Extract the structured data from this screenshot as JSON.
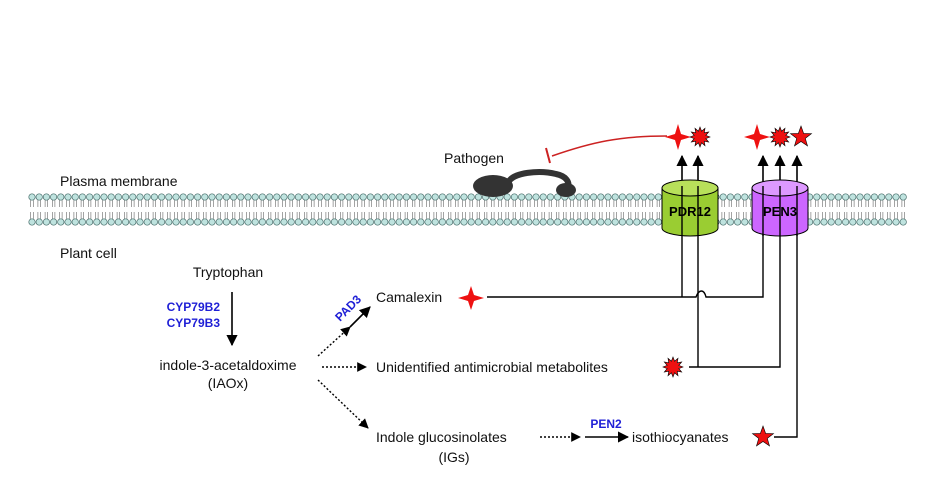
{
  "labels": {
    "plasma_membrane": "Plasma membrane",
    "plant_cell": "Plant cell",
    "pathogen": "Pathogen",
    "tryptophan": "Tryptophan",
    "iaox_line1": "indole-3-acetaldoxime",
    "iaox_line2": "(IAOx)",
    "camalexin": "Camalexin",
    "unidentified": "Unidentified antimicrobial metabolites",
    "igs_line1": "Indole glucosinolates",
    "igs_line2": "(IGs)",
    "isothiocyanates": "isothiocyanates"
  },
  "enzymes": {
    "cyp79b2": "CYP79B2",
    "cyp79b3": "CYP79B3",
    "pad3": "PAD3",
    "pen2": "PEN2"
  },
  "transporters": {
    "pdr12": {
      "label": "PDR12",
      "color": "#9acd32"
    },
    "pen3": {
      "label": "PEN3",
      "color": "#cc66ff"
    }
  },
  "colors": {
    "enzyme_text": "#1f1fd6",
    "metabolite_symbol": "#ee1111",
    "inhibition_line": "#cc2222",
    "membrane_head": "#bfe3df",
    "pathogen_fill": "#333333"
  },
  "icons": {
    "camalexin": "four-point-star-icon",
    "unidentified": "burst-icon",
    "isothiocyanates": "five-point-star-icon"
  }
}
